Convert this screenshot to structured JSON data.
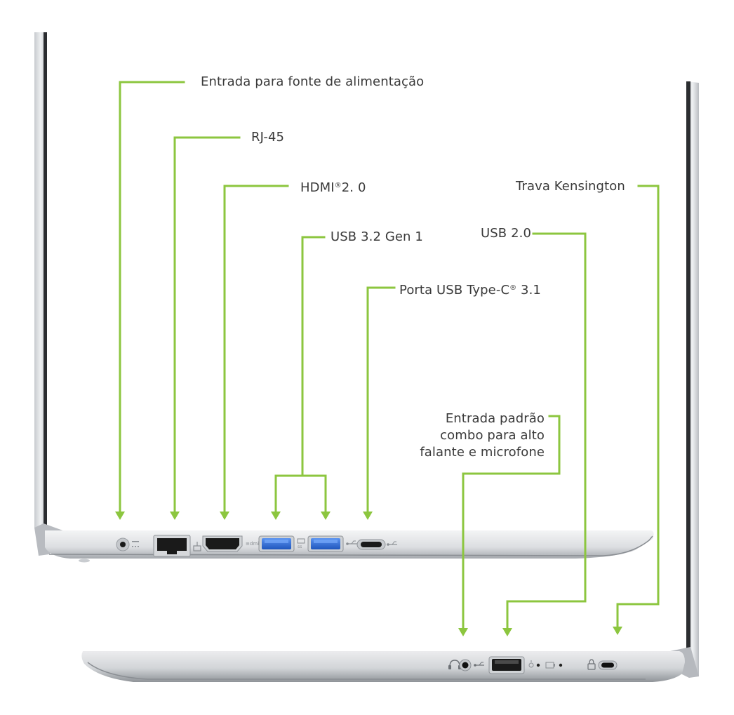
{
  "colors": {
    "callout_line": "#8cc63f",
    "label_text": "#3a3a3a",
    "chassis_light": "#dfe1e4",
    "chassis_dark": "#9ea2a8",
    "port_blue": "#2f6fd8",
    "port_black": "#1a1a1a"
  },
  "labels": {
    "power_input": "Entrada para fonte de alimentação",
    "rj45": "RJ-45",
    "hdmi_main": "HDMI",
    "hdmi_reg": "®",
    "hdmi_version": "2. 0",
    "usb32": "USB  3.2 Gen 1",
    "usbc_main": "Porta USB Type-C",
    "usbc_reg": "®",
    "usbc_version": " 3.1",
    "kensington": "Trava Kensington",
    "usb20": "USB 2.0",
    "audio_combo": "Entrada padrão\ncombo para alto\nfalante e microfone"
  },
  "icons": {
    "power": "dc-power-jack-icon",
    "ethernet": "ethernet-port-icon",
    "hdmi": "hdmi-port-icon",
    "usb_a": "usb-a-port-icon",
    "usb_c": "usb-c-port-icon",
    "audio": "headset-jack-icon",
    "lock": "kensington-lock-slot-icon"
  }
}
